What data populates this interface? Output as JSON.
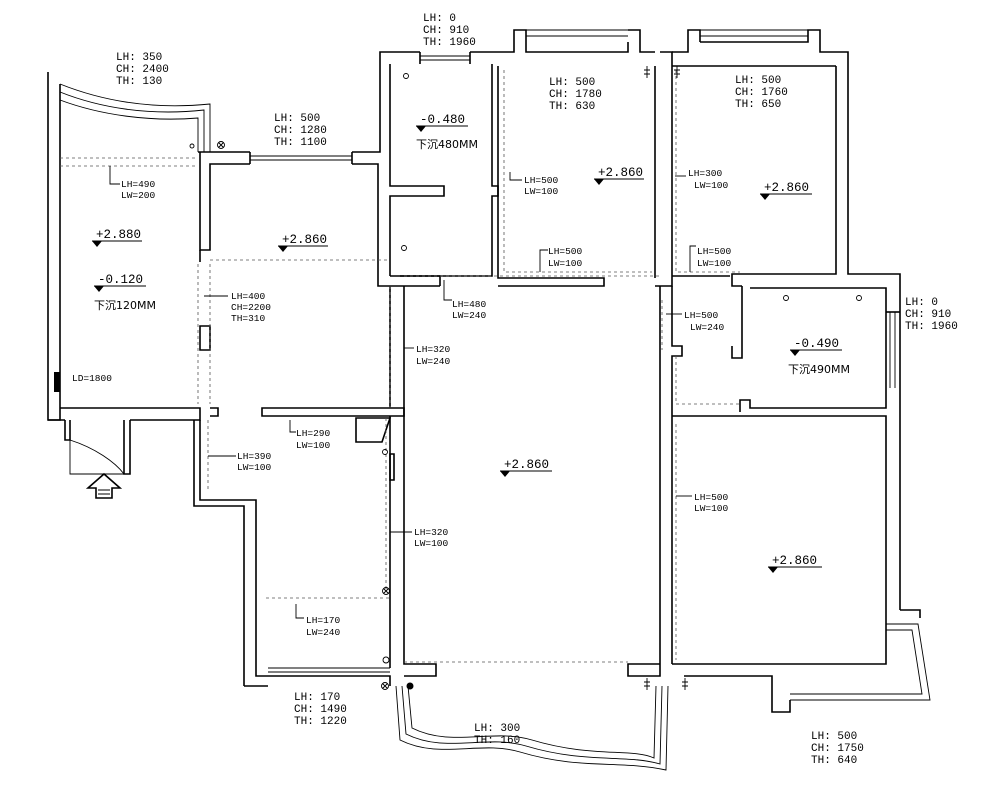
{
  "blocks": {
    "b1": [
      "LH: 0",
      "CH: 910",
      "TH: 1960"
    ],
    "b2": [
      "LH: 350",
      "CH: 2400",
      "TH: 130"
    ],
    "b3": [
      "LH: 500",
      "CH: 1280",
      "TH: 1100"
    ],
    "b4": [
      "LH: 500",
      "CH: 1780",
      "TH: 630"
    ],
    "b5": [
      "LH: 500",
      "CH: 1760",
      "TH: 650"
    ],
    "b6": [
      "LH: 0",
      "CH: 910",
      "TH: 1960"
    ],
    "b7": [
      "LH=400",
      "CH=2200",
      "TH=310"
    ],
    "b8": [
      "LH: 170",
      "CH: 1490",
      "TH: 1220"
    ],
    "b9": [
      "LH: 300",
      "TH: 160"
    ],
    "b10": [
      "LH: 500",
      "CH: 1750",
      "TH: 640"
    ]
  },
  "walls": {
    "w1": [
      "LH=490",
      "LW=200"
    ],
    "w2": [
      "LH=500",
      "LW=100"
    ],
    "w3": [
      "LH=500",
      "LW=100"
    ],
    "w4": [
      "LH=300",
      "LW=100"
    ],
    "w5": [
      "LH=500",
      "LW=100"
    ],
    "w6": [
      "LH=480",
      "LW=240"
    ],
    "w7": [
      "LH=500",
      "LW=240"
    ],
    "w8": [
      "LH=320",
      "LW=240"
    ],
    "w9": [
      "LH=290",
      "LW=100"
    ],
    "w10": [
      "LH=390",
      "LW=100"
    ],
    "w11": [
      "LH=320",
      "LW=100"
    ],
    "w12": [
      "LH=500",
      "LW=100"
    ],
    "w13": [
      "LH=170",
      "LW=240"
    ]
  },
  "levels": {
    "l1": "-0.480",
    "l2": "+2.860",
    "l3": "+2.860",
    "l4": "+2.880",
    "l5": "+2.860",
    "l6": "-0.120",
    "l7": "-0.490",
    "l8": "+2.860",
    "l9": "+2.860"
  },
  "notes": {
    "n1": "下沉480MM",
    "n2": "下沉120MM",
    "n3": "下沉490MM",
    "n4": "LD=1800"
  }
}
